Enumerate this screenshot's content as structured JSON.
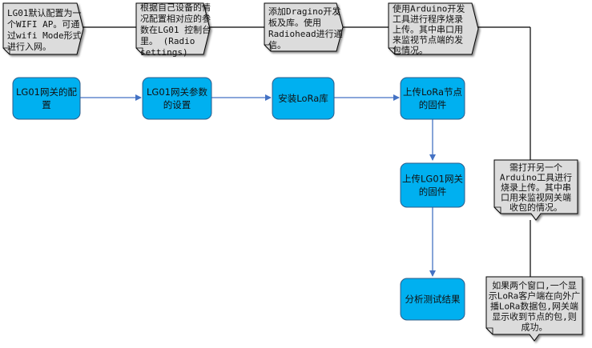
{
  "diagram": {
    "process_steps": [
      {
        "id": "step-gateway-config",
        "lines": [
          "LG01网关的配",
          "置"
        ]
      },
      {
        "id": "step-gateway-params",
        "lines": [
          "LG01网关参数",
          "的设置"
        ]
      },
      {
        "id": "step-install-lora",
        "lines": [
          "安装LoRa库"
        ]
      },
      {
        "id": "step-upload-node-fw",
        "lines": [
          "上传LoRa节点",
          "的固件"
        ]
      },
      {
        "id": "step-upload-gateway-fw",
        "lines": [
          "上传LG01网关",
          "的固件"
        ]
      },
      {
        "id": "step-analyze-results",
        "lines": [
          "分析测试结果"
        ]
      }
    ],
    "notes": [
      {
        "id": "note-1",
        "lines": [
          "LG01默认配置为一",
          "个WIFI AP。可通",
          "过wifi Mode形式",
          "进行入网。"
        ]
      },
      {
        "id": "note-2",
        "lines": [
          "根据自己设备的情",
          "况配置相对应的参",
          "数在LG01 控制台",
          "里。 (Radio",
          "settings)"
        ]
      },
      {
        "id": "note-3",
        "lines": [
          "添加Dragino开发",
          "板及库。使用",
          "Radiohead进行通",
          "信。"
        ]
      },
      {
        "id": "note-4",
        "lines": [
          "使用Arduino开发",
          "工具进行程序烧录",
          "上传。其中串口用",
          "来监视节点端的发",
          "包情况。"
        ]
      },
      {
        "id": "note-5",
        "lines": [
          "需打开另一个",
          "Arduino工具进行",
          "烧录上传。其中串",
          "口用来监视网关端",
          "收包的情况。"
        ]
      },
      {
        "id": "note-6",
        "lines": [
          "如果两个窗口,一个显",
          "示LoRa客户端在向外广",
          "播LoRa数据包,网关端",
          "显示收到节点的包,则",
          "成功。"
        ]
      }
    ],
    "colors": {
      "process_fill": "#00B0F0",
      "process_stroke": "#2E5C8A",
      "connector": "#4472C4",
      "note_fill": "#DCDCDC",
      "note_stroke": "#000000",
      "timeline": "#000000"
    }
  }
}
